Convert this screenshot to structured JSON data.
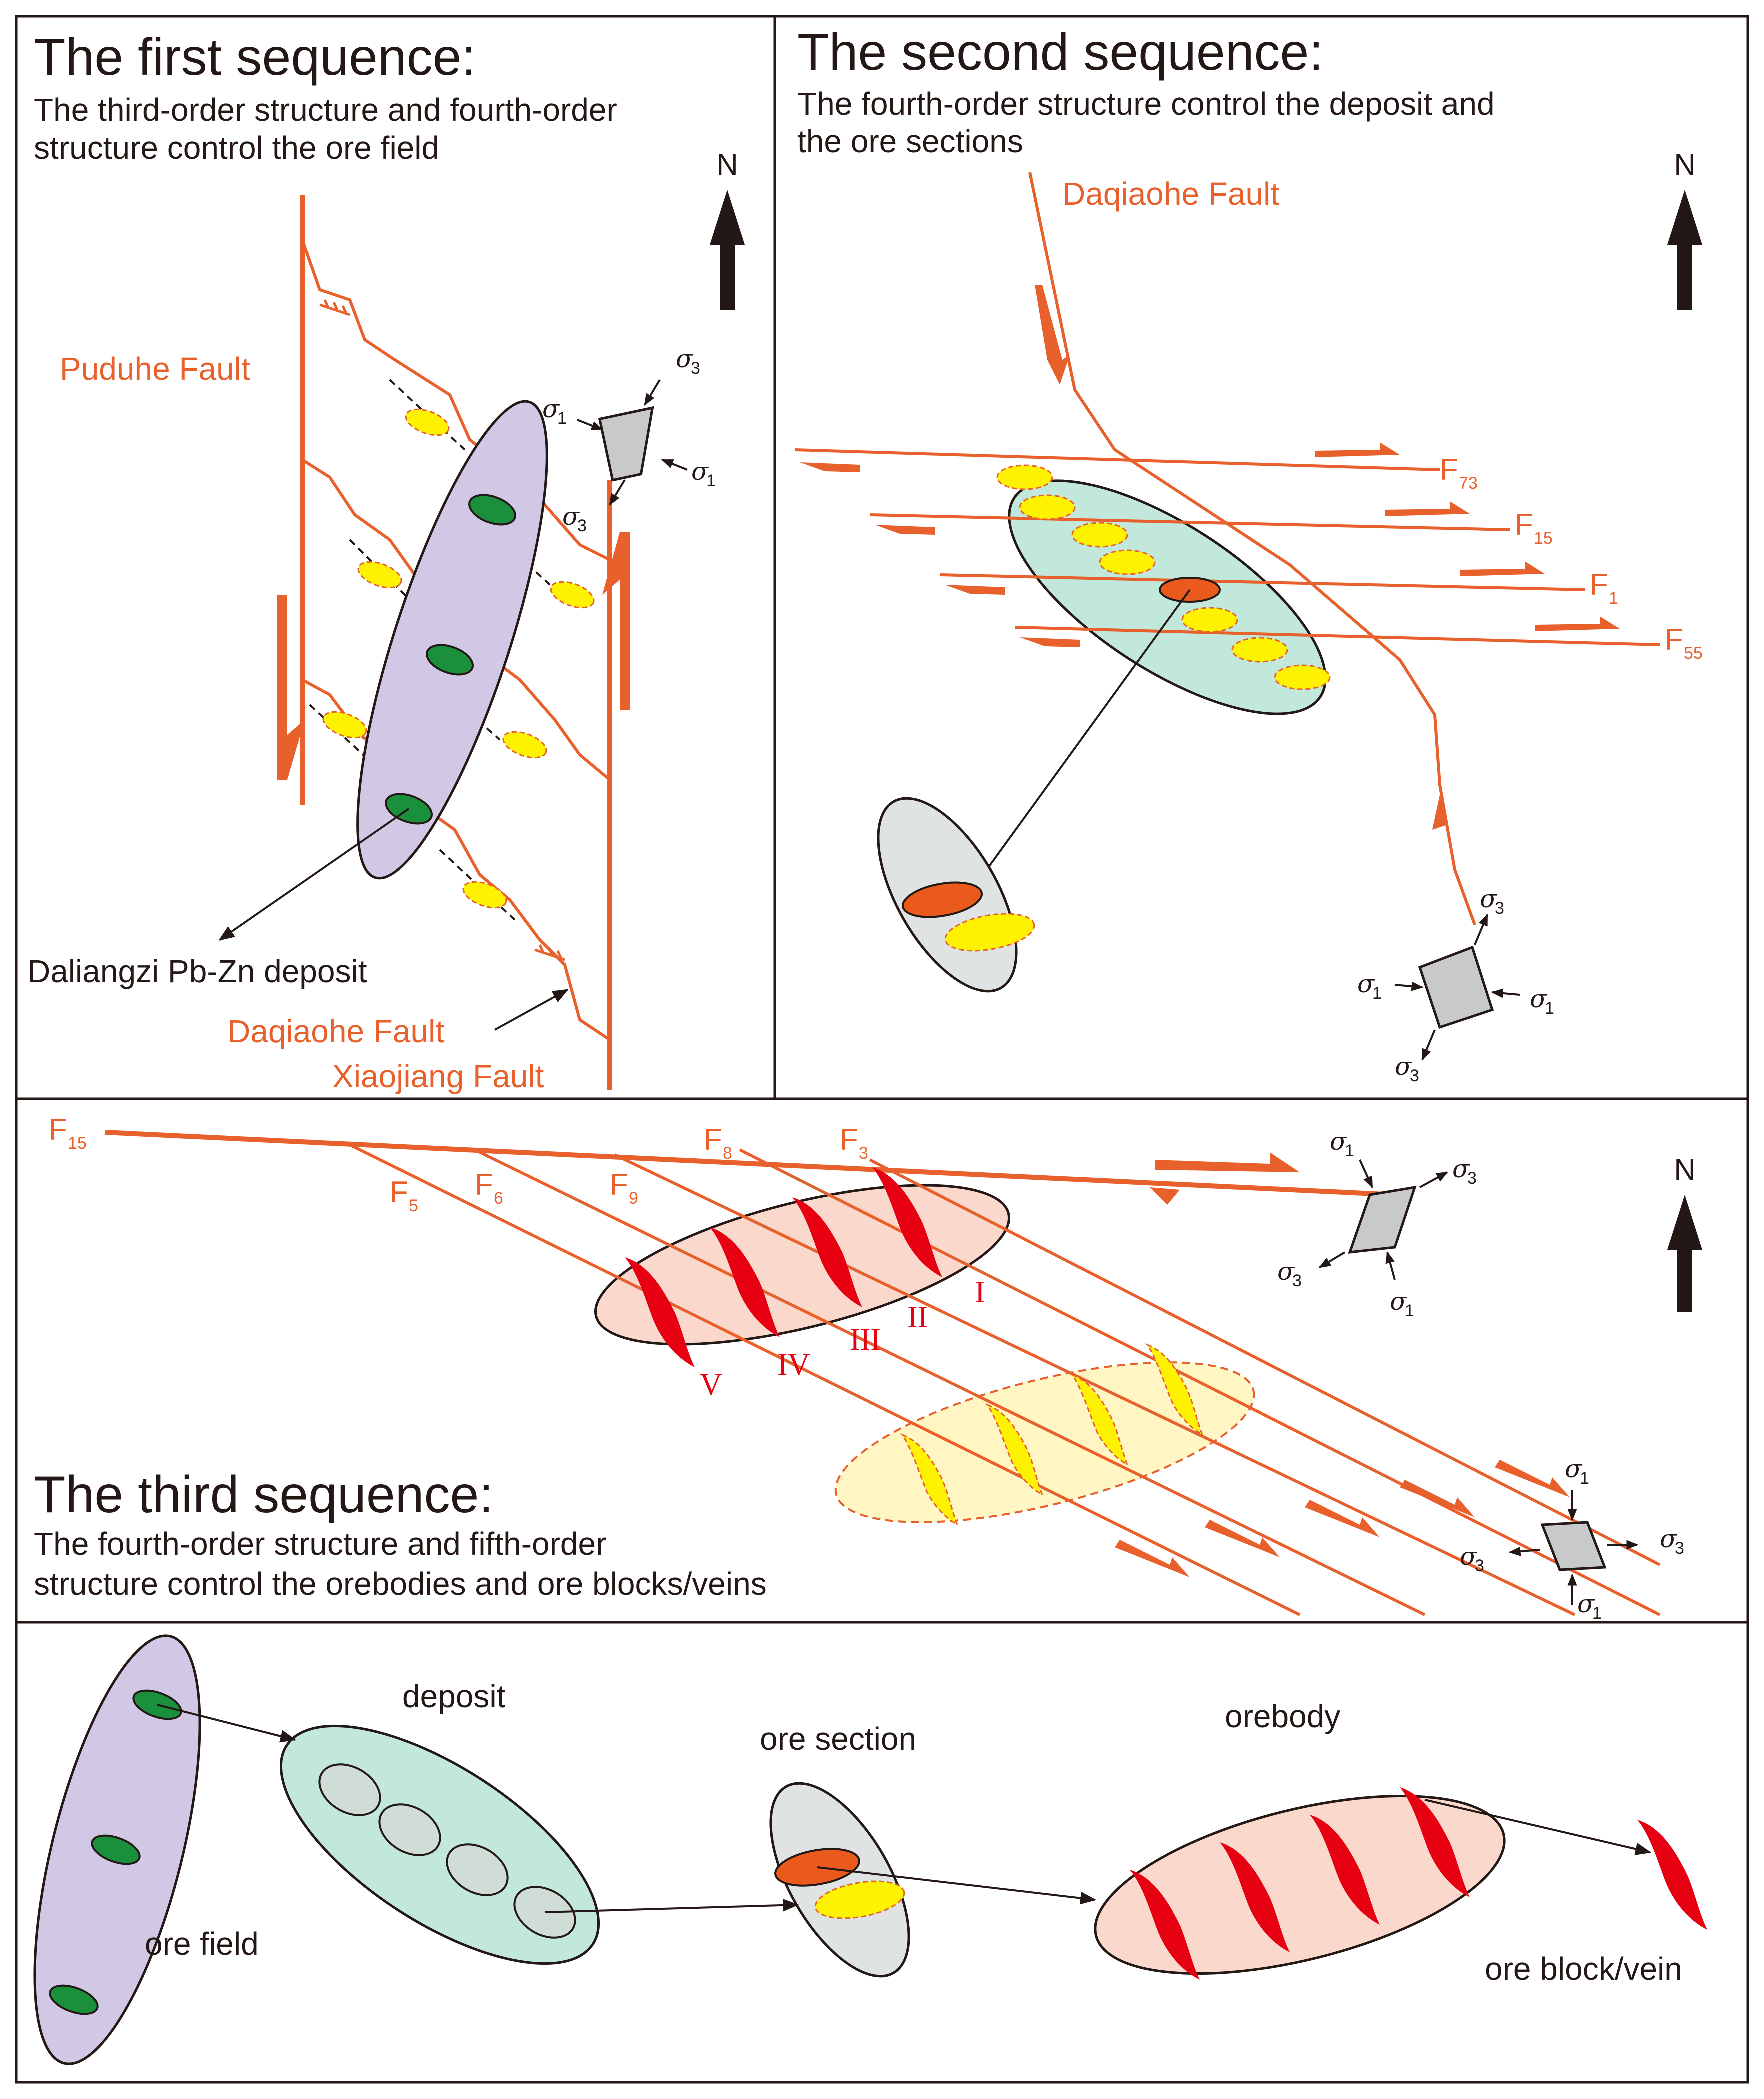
{
  "colors": {
    "fault": "#e8612c",
    "text": "#231815",
    "ore_field_fill": "#d1c8e6",
    "deposit_fill": "#c1e8db",
    "ore_section_fill": "#dfe3e4",
    "orebody_fill": "#fbd8cc",
    "ore_block_red": "#e60012",
    "ore_yellow": "#fff200",
    "deposit_green": "#1a8f3c",
    "ore_section_orange": "#eb5a1d",
    "yellow_halo": "#fff6c4"
  },
  "panel1": {
    "title": "The first sequence:",
    "subtitle_line1": "The third-order structure and fourth-order",
    "subtitle_line2": "structure control the ore field",
    "north": "N",
    "puduhe_fault": "Puduhe Fault",
    "daliangzi_deposit": "Daliangzi Pb-Zn deposit",
    "daqiaohe_fault": "Daqiaohe Fault",
    "xiaojiang_fault": "Xiaojiang Fault",
    "stress": {
      "s1a": "σ",
      "s1a_sub": "1",
      "s1b": "σ",
      "s1b_sub": "1",
      "s3a": "σ",
      "s3a_sub": "3",
      "s3b": "σ",
      "s3b_sub": "3"
    }
  },
  "panel2": {
    "title": "The second sequence:",
    "subtitle_line1": "The fourth-order structure control the deposit and",
    "subtitle_line2": "the ore sections",
    "north": "N",
    "daqiaohe_fault": "Daqiaohe Fault",
    "faults": [
      {
        "base": "F",
        "sub": "73"
      },
      {
        "base": "F",
        "sub": "15"
      },
      {
        "base": "F",
        "sub": "1"
      },
      {
        "base": "F",
        "sub": "55"
      }
    ],
    "stress": {
      "s1a": "σ",
      "s1a_sub": "1",
      "s1b": "σ",
      "s1b_sub": "1",
      "s3a": "σ",
      "s3a_sub": "3",
      "s3b": "σ",
      "s3b_sub": "3"
    }
  },
  "panel3": {
    "title": "The third sequence:",
    "subtitle_line1": "The fourth-order structure and fifth-order",
    "subtitle_line2": "structure control the orebodies and ore blocks/veins",
    "north": "N",
    "faults": [
      {
        "base": "F",
        "sub": "15"
      },
      {
        "base": "F",
        "sub": "8"
      },
      {
        "base": "F",
        "sub": "3"
      },
      {
        "base": "F",
        "sub": "5"
      },
      {
        "base": "F",
        "sub": "6"
      },
      {
        "base": "F",
        "sub": "9"
      }
    ],
    "orebodies": [
      "I",
      "II",
      "III",
      "IV",
      "V"
    ],
    "stress_a": {
      "s1a": "σ",
      "s1a_sub": "1",
      "s1b": "σ",
      "s1b_sub": "1",
      "s3a": "σ",
      "s3a_sub": "3",
      "s3b": "σ",
      "s3b_sub": "3"
    },
    "stress_b": {
      "s1a": "σ",
      "s1a_sub": "1",
      "s1b": "σ",
      "s1b_sub": "1",
      "s3a": "σ",
      "s3a_sub": "3",
      "s3b": "σ",
      "s3b_sub": "3"
    }
  },
  "panel4": {
    "ore_field": "ore field",
    "deposit": "deposit",
    "ore_section": "ore section",
    "orebody": "orebody",
    "ore_block": "ore block/vein"
  }
}
